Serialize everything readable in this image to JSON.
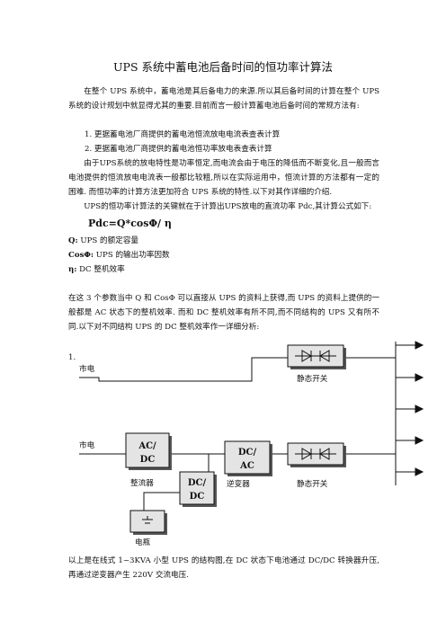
{
  "title": "UPS 系统中蓄电池后备时间的恒功率计算法",
  "intro": "在整个 UPS 系统中，蓄电池是其后备电力的来源.所以其后备时间的计算在整个 UPS 系统的设计规划中就显得尤其的重要.目前而言一般计算蓄电池后备时间的常规方法有:",
  "methods": [
    "1.   更据蓄电池厂商提供的蓄电池恒流放电电流表查表计算",
    "2.   更据蓄电池厂商提供的蓄电池恒功率放电表查表计算"
  ],
  "para2": "由于UPS系统的放电特性是功率恒定,而电流会由于电压的降低而不断变化,且一般而言电池提供的恒流放电电流表一般都比较粗,所以在实际运用中，恒流计算的方法都有一定的困难. 而恒功率的计算方法更加符合 UPS 系统的特性.以下对其作详细的介绍.",
  "para3": "UPS的恒功率计算法的关键就在于计算出UPS放电的直流功率 Pdc,其计算公式如下:",
  "formula": "Pdc=Q*cosΦ/ η",
  "defs": [
    {
      "sym": "Q:",
      "text": "    UPS 的额定容量"
    },
    {
      "sym": "CosΦ:",
      "text": " UPS 的输出功率因数"
    },
    {
      "sym": "η:",
      "text": " DC 整机效率"
    }
  ],
  "para4": "在这 3 个参数当中 Q 和 CosΦ 可以直接从 UPS 的资料上获得,而 UPS 的资料上提供的一般都是 AC 状态下的整机效率. 而和 DC 整机效率有所不同,而不同结构的 UPS 又有所不同.以下对不同结构 UPS 的 DC 整机效率作一详细分析:",
  "list_num": "1.",
  "diagram": {
    "mains_top": "市电",
    "mains_mid": "市电",
    "acdc_l1": "AC/",
    "acdc_l2": "DC",
    "dcac_l1": "DC/",
    "dcac_l2": "AC",
    "dcdc_l1": "DC/",
    "dcdc_l2": "DC",
    "rectifier": "整流器",
    "inverter": "逆变器",
    "static_switch_top": "静态开关",
    "static_switch_bot": "静态开关",
    "battery": "电瓶"
  },
  "para5": "以上是在线式 1~3KVA 小型 UPS 的结构图,在 DC 状态下电池通过 DC/DC 转换器升压,再通过逆变器产生 220V 交流电压.",
  "colors": {
    "mains_label": "#d40000",
    "box_fill": "#e4e4e4",
    "box_shadow": "#555555"
  }
}
